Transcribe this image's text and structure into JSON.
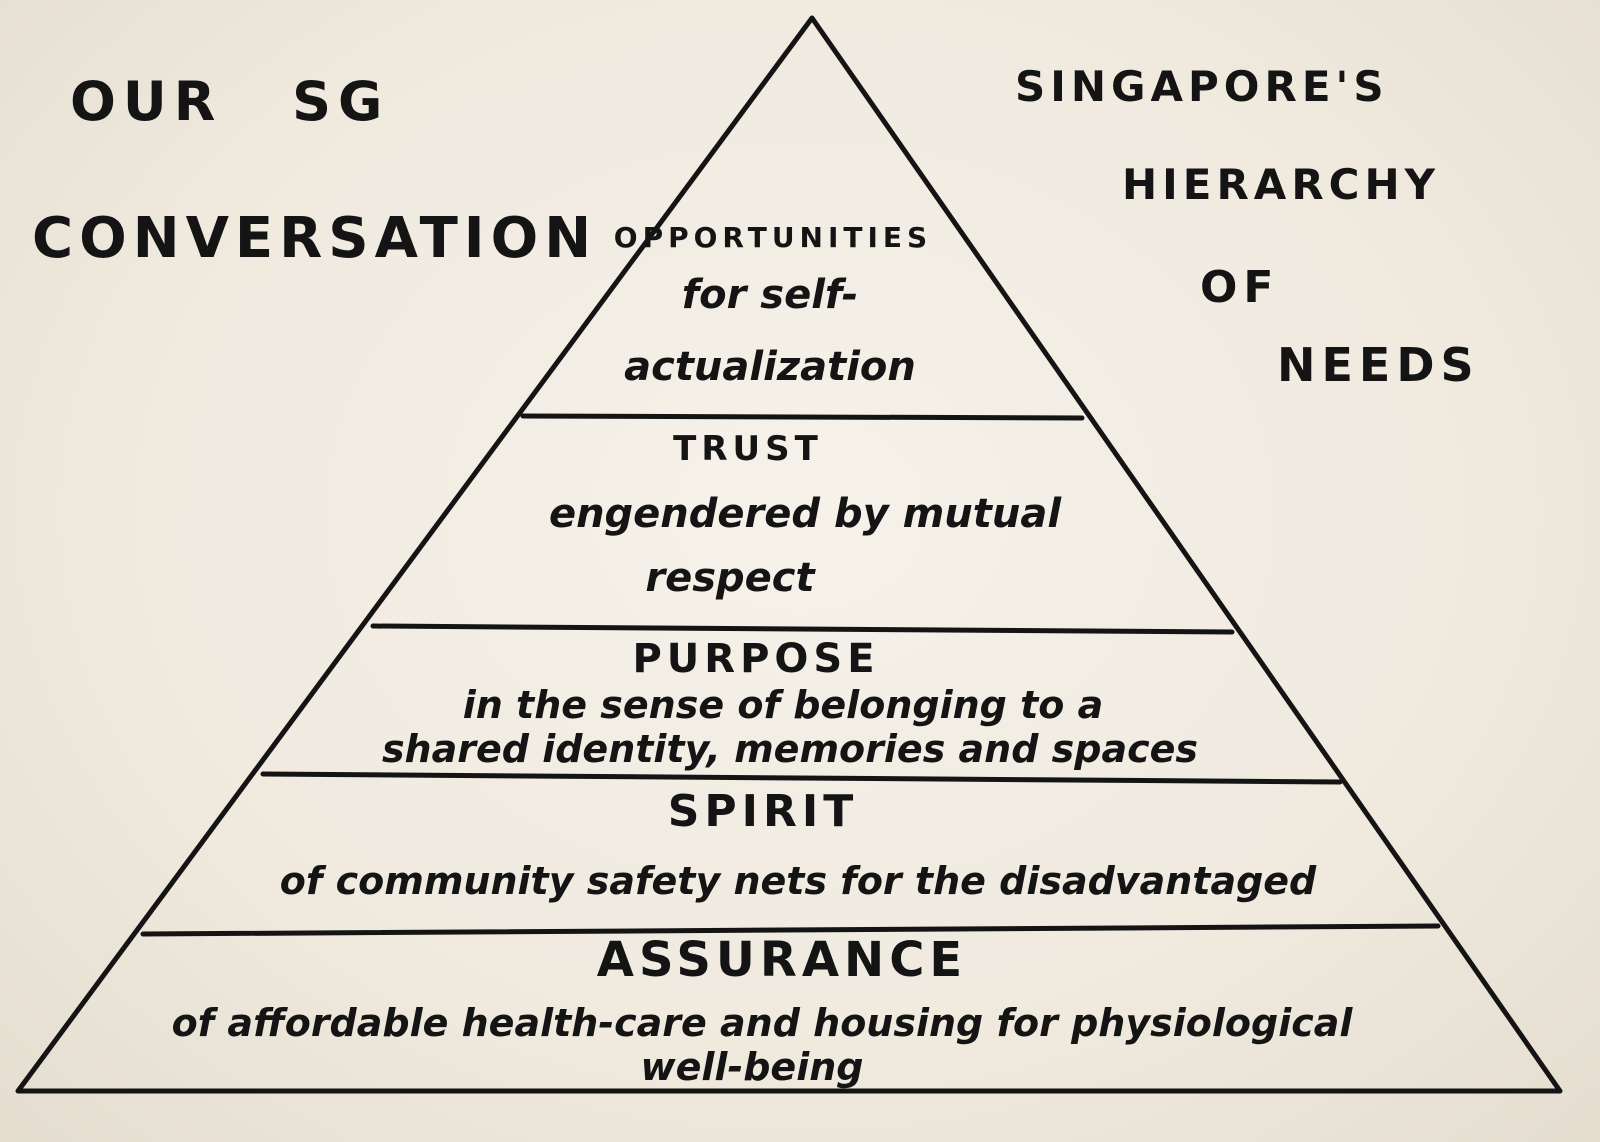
{
  "title_left": [
    "OUR SG",
    "CONVERSATION"
  ],
  "title_right": [
    "SINGAPORE'S",
    "HIERARCHY",
    "OF",
    "NEEDS"
  ],
  "levels": [
    {
      "heading": "OPPORTUNITIES",
      "description": [
        "for self-",
        "actualization"
      ]
    },
    {
      "heading": "TRUST",
      "description": [
        "engendered by mutual",
        "respect"
      ]
    },
    {
      "heading": "PURPOSE",
      "description": [
        "in the sense of belonging to a",
        "shared identity, memories and spaces"
      ]
    },
    {
      "heading": "SPIRIT",
      "description": [
        "of community safety nets for the disadvantaged"
      ]
    },
    {
      "heading": "ASSURANCE",
      "description": [
        "of affordable health-care and housing for physiological",
        "well-being"
      ]
    }
  ]
}
